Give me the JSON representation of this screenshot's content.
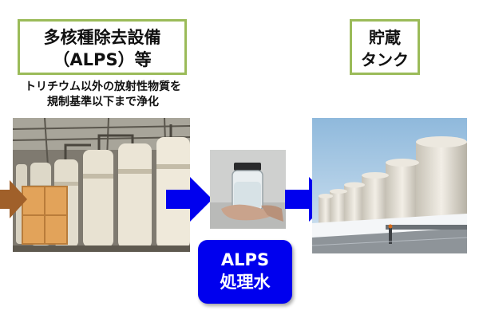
{
  "alps_box": {
    "line1": "多核種除去設備",
    "line2": "（ALPS）等"
  },
  "tank_box": {
    "line1": "貯蔵",
    "line2": "タンク"
  },
  "purify_note": {
    "line1": "トリチウム以外の放射性物質を",
    "line2": "規制基準以下まで浄化"
  },
  "treated_water": {
    "line1": "ALPS",
    "line2": "処理水"
  },
  "colors": {
    "box_border": "#9bbb59",
    "arrow_blue": "#0000ee",
    "inflow_arrow": "#a0602a",
    "badge_bg": "#0000ee"
  },
  "icons": [
    "inflow-arrow-icon",
    "flow-arrow-icon",
    "flow-arrow-icon"
  ]
}
